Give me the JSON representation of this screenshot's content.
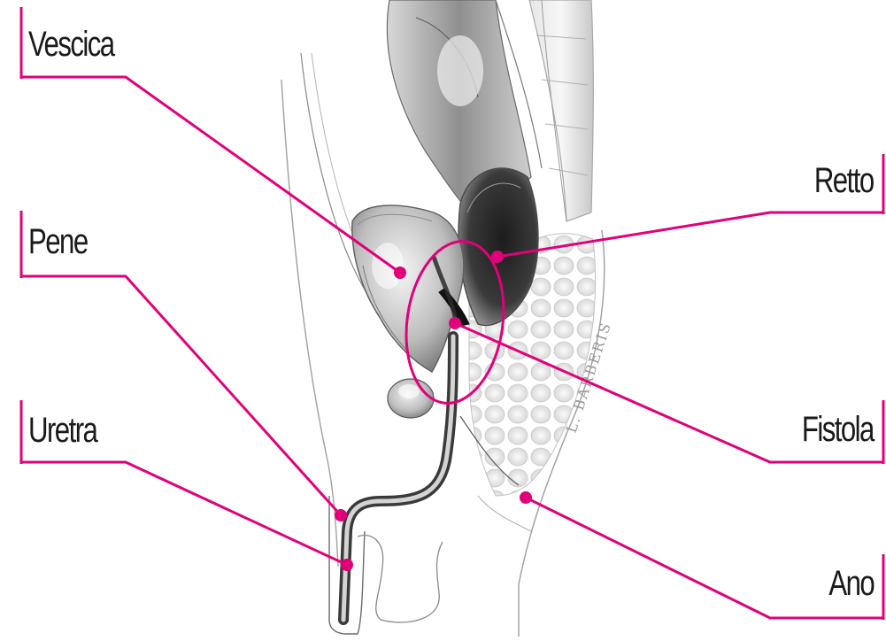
{
  "colors": {
    "leader": "#e2007a",
    "ink": "#1a1a1a",
    "tissue": "#8a8a8a",
    "dark_tissue": "#2e2e2e"
  },
  "labels": {
    "bladder": "Vescica",
    "penis": "Pene",
    "urethra": "Uretra",
    "rectum": "Retto",
    "fistula": "Fistola",
    "anus": "Ano"
  },
  "signature": "L. BARBERIS"
}
